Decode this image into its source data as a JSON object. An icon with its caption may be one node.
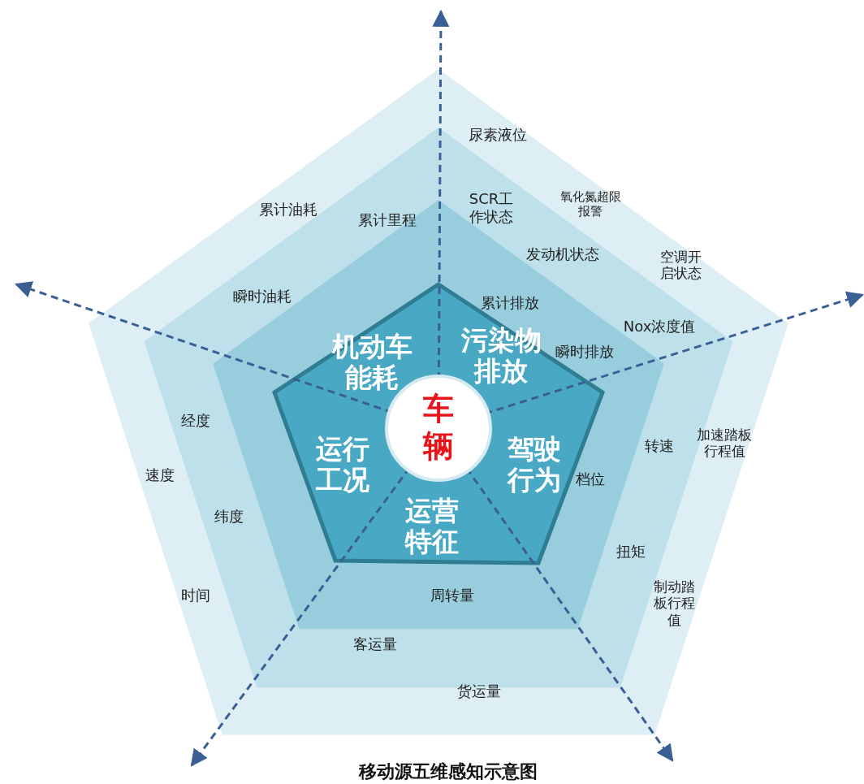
{
  "diagram": {
    "caption": "移动源五维感知示意图",
    "nodes": [
      {
        "text": [
          "机动车能耗",
          "污染物排放",
          "驾驶行为",
          "运营特征",
          "运行工况"
        ]
      },
      {
        "text": [
          "车辆"
        ],
        "in": 0
      }
    ],
    "labels": [
      "尿素液位",
      "SCR工作状态",
      "氧化氮超限报警",
      "累计油耗",
      "累计里程",
      "发动机状态",
      "空调开启状态",
      "瞬时油耗",
      "累计排放",
      "Nox浓度值",
      "瞬时排放",
      "经度",
      "转速",
      "加速踏板行程值",
      "速度",
      "档位",
      "纬度",
      "扭矩",
      "时间",
      "周转量",
      "制动踏板行程值",
      "客运量",
      "货运量"
    ]
  }
}
